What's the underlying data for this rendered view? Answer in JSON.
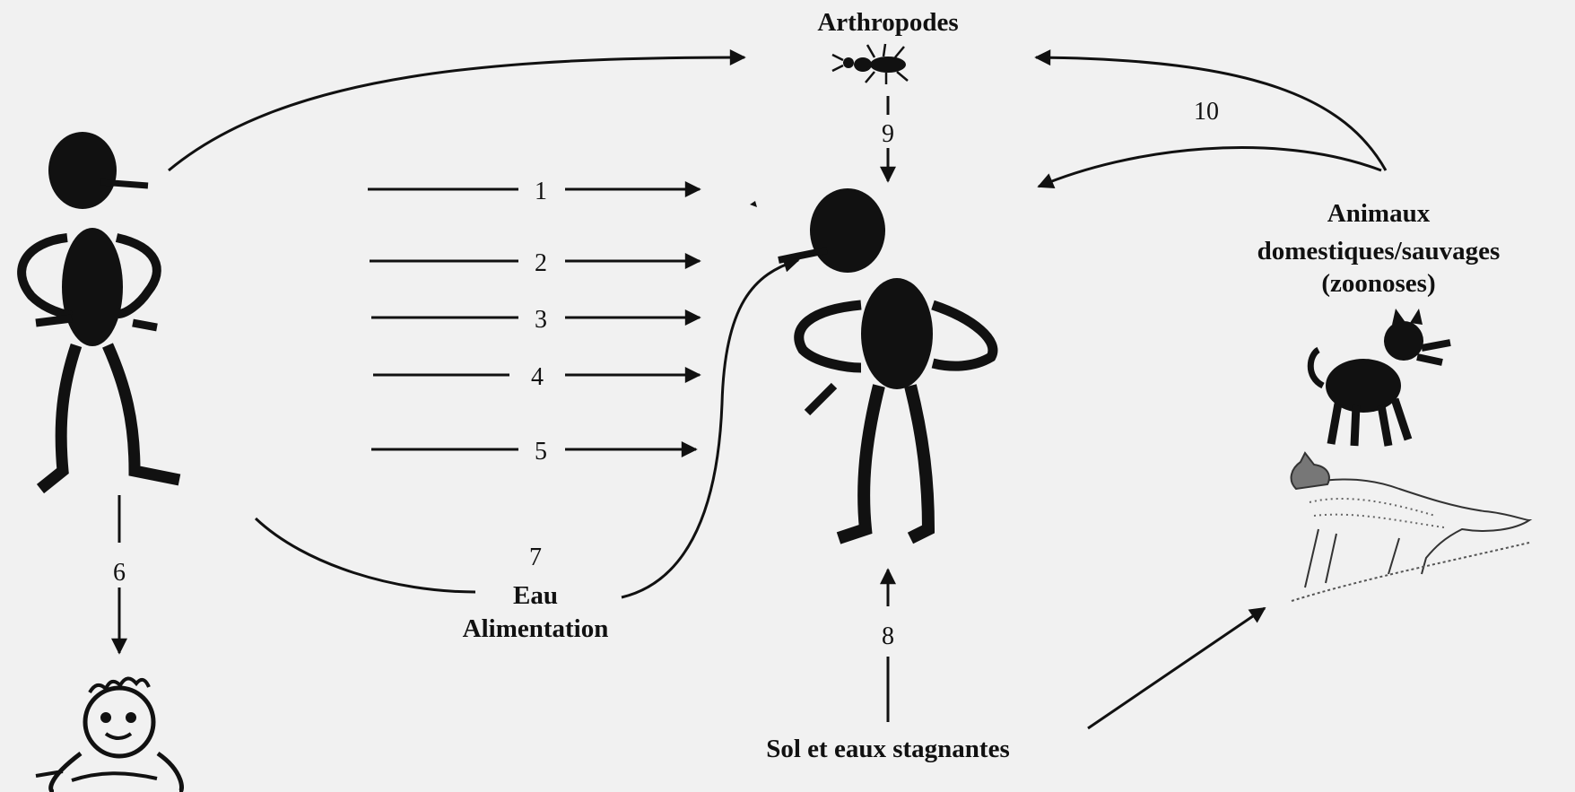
{
  "labels": {
    "arthropods": "Arthropodes",
    "animals_line1": "Animaux",
    "animals_line2": "domestiques/sauvages",
    "animals_line3": "(zoonoses)",
    "water": "Eau",
    "food": "Alimentation",
    "soil": "Sol et eaux stagnantes"
  },
  "routes": [
    "1",
    "2",
    "3",
    "4",
    "5",
    "6",
    "7",
    "8",
    "9",
    "10"
  ],
  "colors": {
    "ink": "#111111",
    "paper": "#f1f1f1"
  }
}
